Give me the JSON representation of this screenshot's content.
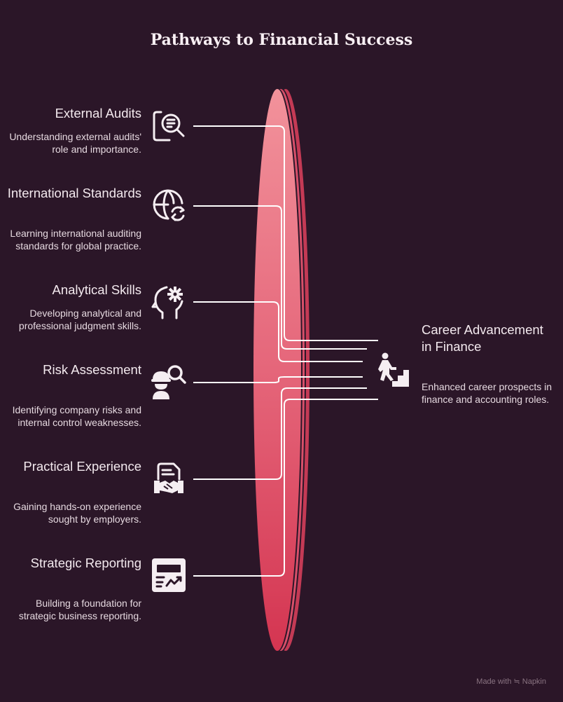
{
  "title": "Pathways to Financial Success",
  "items": [
    {
      "heading": "External Audits",
      "description": "Understanding external audits' role and importance.",
      "icon": "audit-search-icon"
    },
    {
      "heading": "International Standards",
      "description": "Learning international auditing standards for global practice.",
      "icon": "globe-refresh-icon"
    },
    {
      "heading": "Analytical Skills",
      "description": "Developing analytical and professional judgment skills.",
      "icon": "head-gear-icon"
    },
    {
      "heading": "Risk Assessment",
      "description": "Identifying company risks and internal control weaknesses.",
      "icon": "worker-search-icon"
    },
    {
      "heading": "Practical Experience",
      "description": "Gaining hands-on experience sought by employers.",
      "icon": "handshake-document-icon"
    },
    {
      "heading": "Strategic Reporting",
      "description": "Building a foundation for strategic business reporting.",
      "icon": "report-chart-icon"
    }
  ],
  "goal": {
    "heading": "Career Advancement in Finance",
    "description": "Enhanced career prospects in finance and accounting roles.",
    "icon": "climbing-stairs-icon"
  },
  "footer": {
    "text": "Made with ≒ Napkin"
  },
  "colors": {
    "background": "#2b1628",
    "lens_top": "#f18e98",
    "lens_bottom": "#d63a55",
    "line": "#ffffff"
  }
}
